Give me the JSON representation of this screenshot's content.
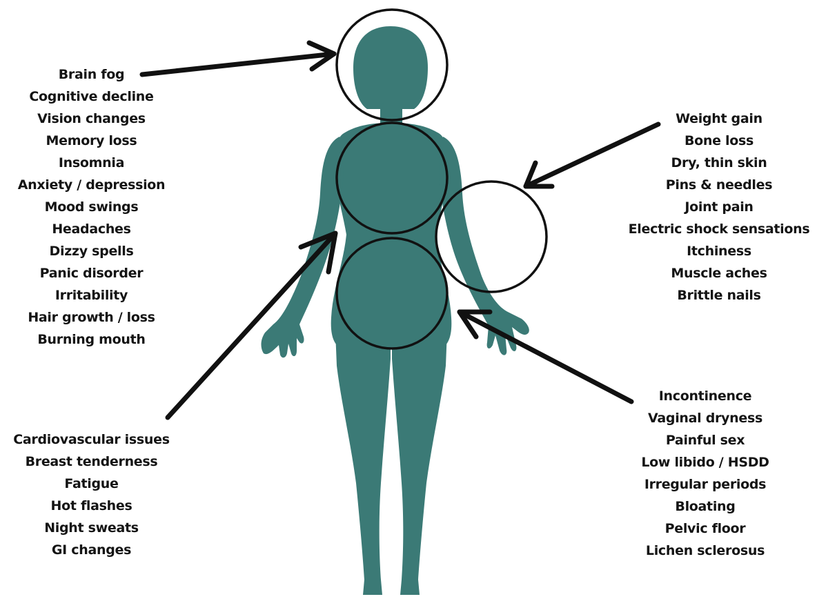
{
  "colors": {
    "figure": "#3b7a76",
    "outline": "#111111",
    "text": "#141414",
    "background": "#ffffff"
  },
  "groups": {
    "head": {
      "items": [
        "Brain fog",
        "Cognitive decline",
        "Vision changes",
        "Memory loss",
        "Insomnia",
        "Anxiety / depression",
        "Mood swings",
        "Headaches",
        "Dizzy spells",
        "Panic disorder",
        "Irritability",
        "Hair growth / loss",
        "Burning mouth"
      ]
    },
    "limbs": {
      "items": [
        "Weight gain",
        "Bone loss",
        "Dry, thin skin",
        "Pins & needles",
        "Joint pain",
        "Electric shock sensations",
        "Itchiness",
        "Muscle aches",
        "Brittle nails"
      ]
    },
    "torso": {
      "items": [
        "Cardiovascular issues",
        "Breast tenderness",
        "Fatigue",
        "Hot flashes",
        "Night sweats",
        "GI changes"
      ]
    },
    "pelvis": {
      "items": [
        "Incontinence",
        "Vaginal dryness",
        "Painful sex",
        "Low libido / HSDD",
        "Irregular periods",
        "Bloating",
        "Pelvic floor",
        "Lichen sclerosus"
      ]
    }
  }
}
